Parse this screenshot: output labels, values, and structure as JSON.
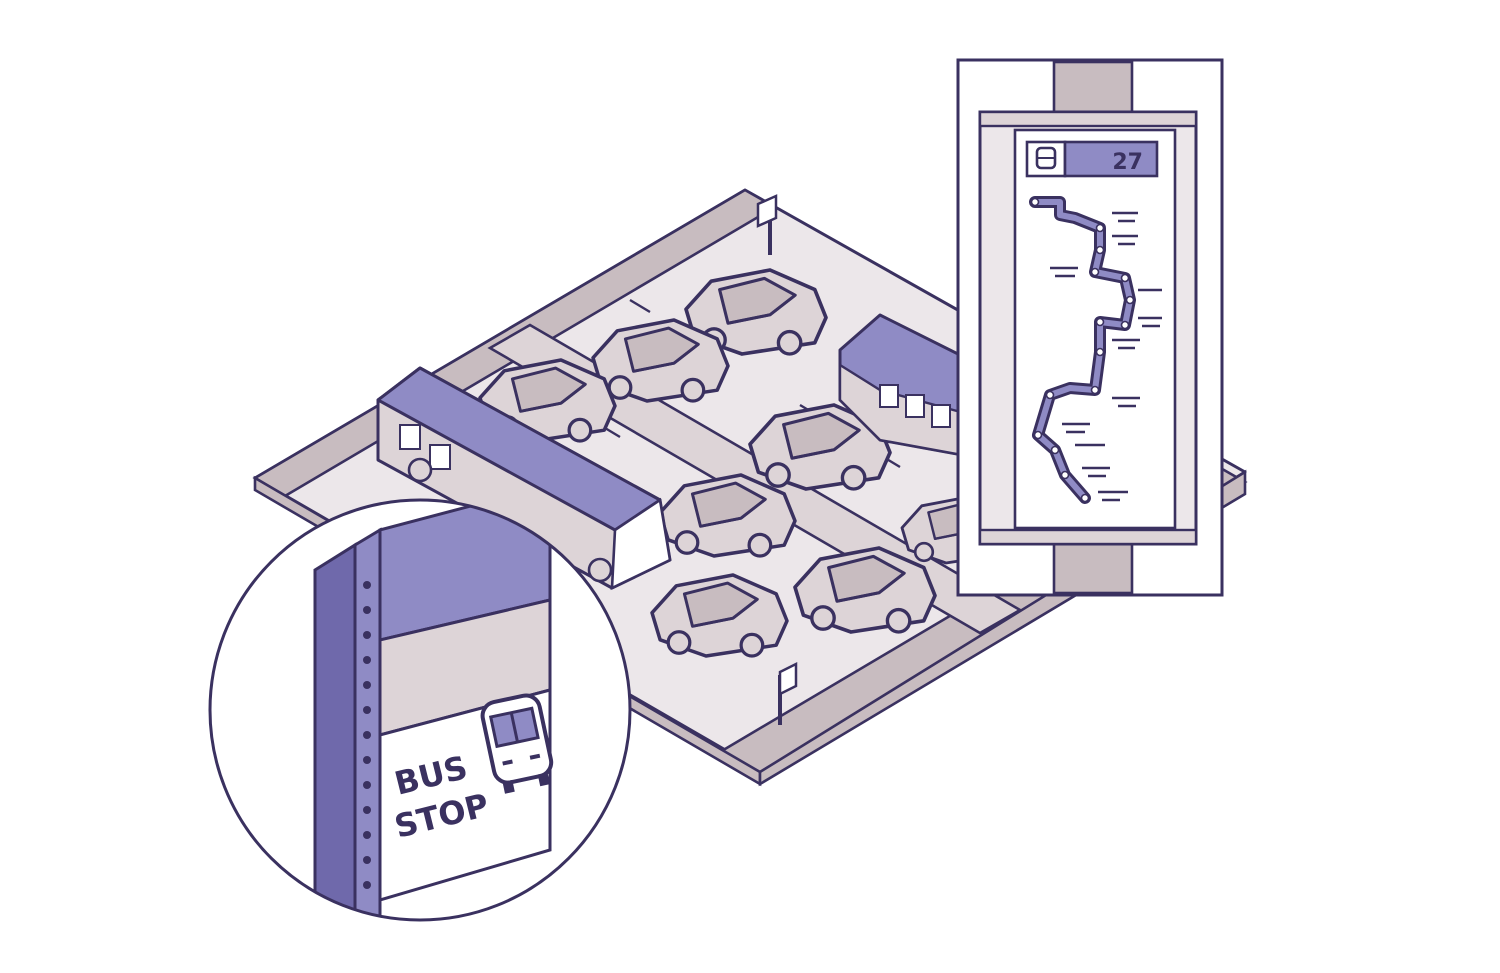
{
  "colors": {
    "ink": "#3a3160",
    "purple": "#8f8bc5",
    "purple_dark": "#6f69ab",
    "road": "#ece7ea",
    "sidewalk": "#c8bcc0",
    "car": "#ddd4d7",
    "paper": "#ffffff"
  },
  "sign": {
    "line1": "BUS",
    "line2": "STOP",
    "icon": "bus-icon"
  },
  "route_panel": {
    "route_number": "27",
    "icon": "bus-icon"
  }
}
